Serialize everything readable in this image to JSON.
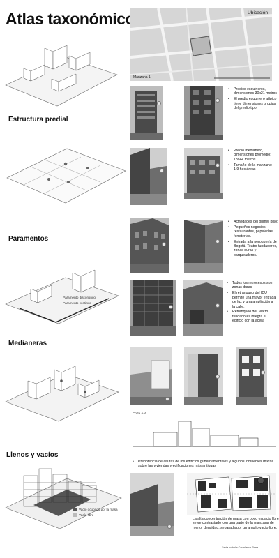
{
  "title": "Atlas taxonómico",
  "map": {
    "label": "Ubicación",
    "caption": "Manzana 1"
  },
  "sections": {
    "estructura": "Estructura predial",
    "paramentos": "Paramentos",
    "medianeras": "Medianeras",
    "llenos": "Llenos y vacíos"
  },
  "notes": {
    "predial_a": [
      "Predios esquineros, dimensiones 30x21 metros",
      "El predio esquinero atípico tiene dimensiones propias del predio tipo"
    ],
    "predial_b": [
      "Predio medianero, dimensiones promedio: 18x44 metros",
      "Tamaño de la manzana: 1.9 hectáreas"
    ],
    "paramentos_a": [
      "Actividades del primer piso:",
      "Pequeños negocios, restaurantes, papelerías, ferreterías.",
      "Entrada a la peroquería de Bogotá, Teatro fundadores, zonas duras y parqueaderos."
    ],
    "paramentos_b": [
      "Todos los retrocesos son zonas duras",
      "El retranqueo del IDU permite una mayor entrada de luz y una ampliación a la calle.",
      "Retranqueo del Teatro fundadores integra el edificio con la acera"
    ],
    "llenos": [
      "Prepotencia de alturas de los edificios gubernamentales y algunos inmuebles mixtos sobre las viviendas y edificaciones más antiguas"
    ],
    "llenos_caption": "La alta concentración de masa con poco espacio libre se ve contrastado con una parte de la manzana de menor densidad, separada por un amplio vacío libre."
  },
  "diagram_labels": {
    "paramento_a": "Paramento discontinuo",
    "paramento_b": "Paramento continuo",
    "corte": "Corte A-A",
    "legend_masa": "Vacío ocupado por la masa",
    "legend_vacio": "Vacío libre"
  },
  "author": "Xenia Isabella Castellanos Parra",
  "colors": {
    "text": "#111111",
    "photo_gray": "#8d8d8d"
  }
}
